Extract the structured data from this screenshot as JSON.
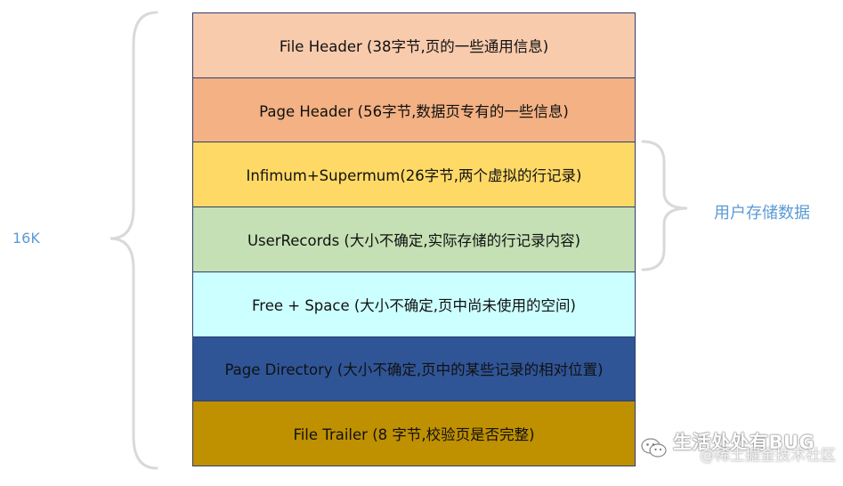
{
  "blocks": [
    {
      "label": "File Header (38字节,页的一些通用信息)",
      "color": "#f8cbad"
    },
    {
      "label": "Page Header (56字节,数据页专有的一些信息)",
      "color": "#f4b183"
    },
    {
      "label": "Infimum+Supermum(26字节,两个虚拟的行记录)",
      "color": "#ffd966"
    },
    {
      "label": "UserRecords (大小不确定,实际存储的行记录内容)",
      "color": "#c5e0b4"
    },
    {
      "label": "Free + Space (大小不确定,页中尚未使用的空间)",
      "color": "#ccffff"
    },
    {
      "label": "Page Directory (大小不确定,页中的某些记录的相对位置)",
      "color": "#2f5597"
    },
    {
      "label": "File Trailer (8 字节,校验页是否完整)",
      "color": "#bf9000"
    }
  ],
  "left_label": "16K",
  "right_label": "用户存储数据",
  "watermark": {
    "title": "生活处处有BUG",
    "subtitle": "@稀土掘金技术社区",
    "icon": "wechat-icon"
  },
  "colors": {
    "brace": "#d9d9d9",
    "label_accent": "#5b9bd5",
    "border": "#2f3f6e"
  }
}
